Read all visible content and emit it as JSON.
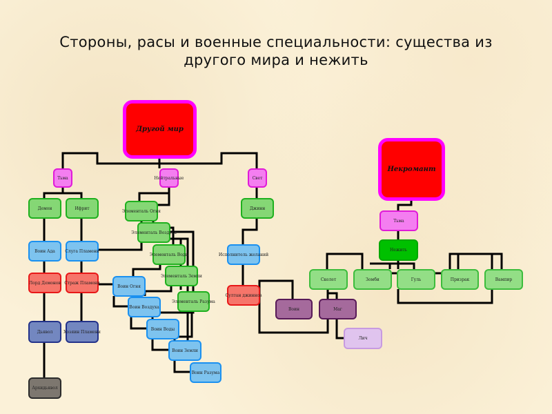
{
  "title_line1": "Стороны, расы и военные специальности: существа из",
  "title_line2": "другого мира и нежить",
  "nodes": {
    "other_world": "Другой мир",
    "necromant": "Некромант",
    "darkness_left": "Тьма",
    "neutral": "Нейтральные",
    "light": "Свет",
    "demon": "Демон",
    "ifrit": "Ифрит",
    "fire_elemental": "Элементаль Огня",
    "air_elemental": "Элементаль Воздуха",
    "water_elemental": "Элементаль Воды",
    "earth_elemental": "Элементаль Земли",
    "mind_elemental": "Элементаль Разума",
    "djinn": "Джинн",
    "hell_warrior": "Воин Ада",
    "flame_servant": "Слуга Пламени",
    "wish_granter": "Исполнитель желаний",
    "demon_lord": "Лорд Демонов",
    "flame_guard": "Страж Пламени",
    "djinn_sultan": "Султан джиннов",
    "fire_warrior": "Воин Огня",
    "air_warrior": "Воин Воздуха",
    "water_warrior": "Воин Воды",
    "earth_warrior": "Воин Земли",
    "mind_warrior": "Воин Разума",
    "devil": "Дьявол",
    "flame_master": "Хозяин Пламени",
    "archdevil": "Архидьявол",
    "warrior": "Воин",
    "mage": "Маг",
    "lich": "Лич",
    "darkness_right": "Тьма",
    "undead": "Нежить",
    "skeleton": "Скелет",
    "zombie": "Зомби",
    "ghoul": "Гуль",
    "ghost": "Призрак",
    "vampire": "Вампир"
  }
}
